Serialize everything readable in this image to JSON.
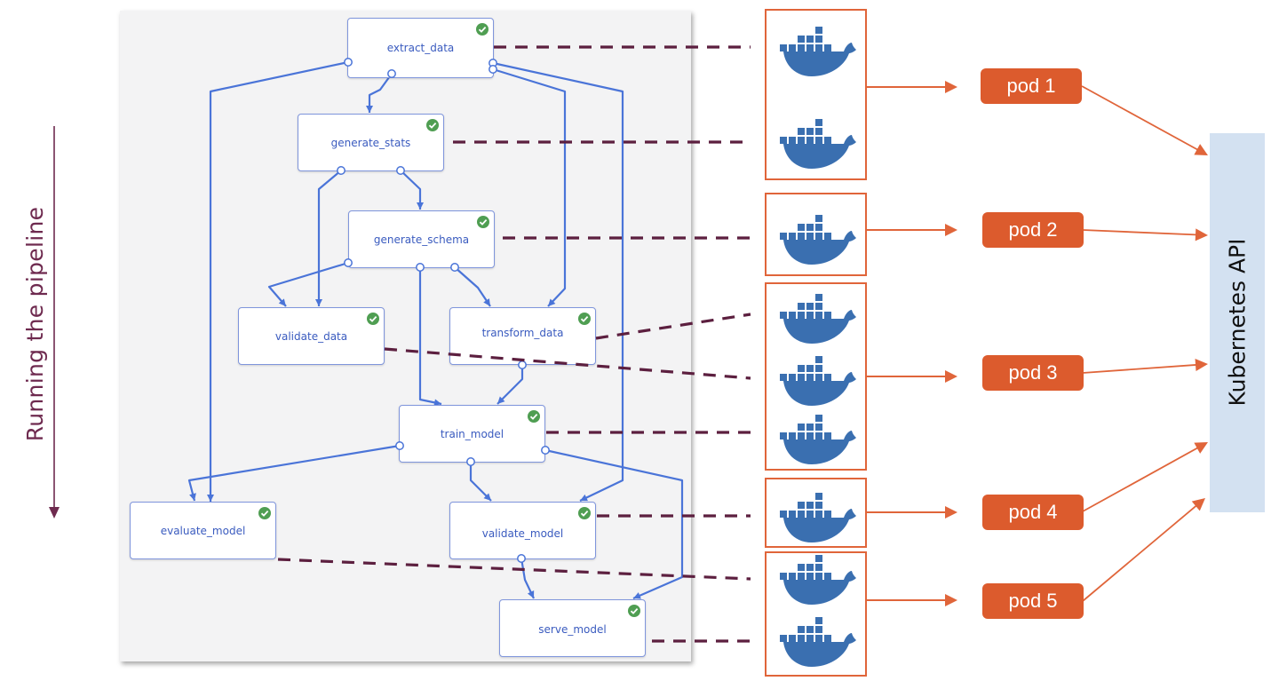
{
  "side_label": "Running the pipeline",
  "colors": {
    "edge": "#4a74d8",
    "node_border": "#7f95dc",
    "node_text": "#3a5bbf",
    "success": "#4f9e52",
    "dashed_link": "#5c1f3f",
    "container_border": "#e0653a",
    "pod_fill": "#dc5b2d",
    "docker_blue": "#3a6fb0",
    "k8s_fill": "#d3e1f1",
    "side_arrow": "#6e2a4f"
  },
  "pipeline": {
    "nodes": [
      {
        "id": "extract_data",
        "label": "extract_data",
        "status": "succeeded"
      },
      {
        "id": "generate_stats",
        "label": "generate_stats",
        "status": "succeeded"
      },
      {
        "id": "generate_schema",
        "label": "generate_schema",
        "status": "succeeded"
      },
      {
        "id": "validate_data",
        "label": "validate_data",
        "status": "succeeded"
      },
      {
        "id": "transform_data",
        "label": "transform_data",
        "status": "succeeded"
      },
      {
        "id": "train_model",
        "label": "train_model",
        "status": "succeeded"
      },
      {
        "id": "evaluate_model",
        "label": "evaluate_model",
        "status": "succeeded"
      },
      {
        "id": "validate_model",
        "label": "validate_model",
        "status": "succeeded"
      },
      {
        "id": "serve_model",
        "label": "serve_model",
        "status": "succeeded"
      }
    ],
    "edges": [
      {
        "from": "extract_data",
        "to": "generate_stats"
      },
      {
        "from": "extract_data",
        "to": "evaluate_model"
      },
      {
        "from": "extract_data",
        "to": "transform_data"
      },
      {
        "from": "extract_data",
        "to": "validate_model"
      },
      {
        "from": "generate_stats",
        "to": "validate_data"
      },
      {
        "from": "generate_stats",
        "to": "generate_schema"
      },
      {
        "from": "generate_schema",
        "to": "validate_data"
      },
      {
        "from": "generate_schema",
        "to": "train_model"
      },
      {
        "from": "generate_schema",
        "to": "transform_data"
      },
      {
        "from": "transform_data",
        "to": "train_model"
      },
      {
        "from": "train_model",
        "to": "evaluate_model"
      },
      {
        "from": "train_model",
        "to": "validate_model"
      },
      {
        "from": "train_model",
        "to": "serve_model"
      },
      {
        "from": "validate_model",
        "to": "serve_model"
      }
    ]
  },
  "containers": [
    {
      "id": "group-1",
      "docker_count": 2,
      "pod": "pod 1"
    },
    {
      "id": "group-2",
      "docker_count": 1,
      "pod": "pod 2"
    },
    {
      "id": "group-3",
      "docker_count": 3,
      "pod": "pod 3"
    },
    {
      "id": "group-4",
      "docker_count": 1,
      "pod": "pod 4"
    },
    {
      "id": "group-5",
      "docker_count": 2,
      "pod": "pod 5"
    }
  ],
  "node_to_container": [
    {
      "node": "extract_data",
      "container": 0
    },
    {
      "node": "generate_stats",
      "container": 1
    },
    {
      "node": "generate_schema",
      "container": 2
    },
    {
      "node": "transform_data",
      "container": 3
    },
    {
      "node": "validate_data",
      "container": 4
    },
    {
      "node": "train_model",
      "container": 5
    },
    {
      "node": "validate_model",
      "container": 6
    },
    {
      "node": "evaluate_model",
      "container": 7
    },
    {
      "node": "serve_model",
      "container": 8
    }
  ],
  "pods": [
    {
      "label": "pod 1"
    },
    {
      "label": "pod 2"
    },
    {
      "label": "pod 3"
    },
    {
      "label": "pod 4"
    },
    {
      "label": "pod 5"
    }
  ],
  "kubernetes_api": {
    "label": "Kubernetes API"
  }
}
